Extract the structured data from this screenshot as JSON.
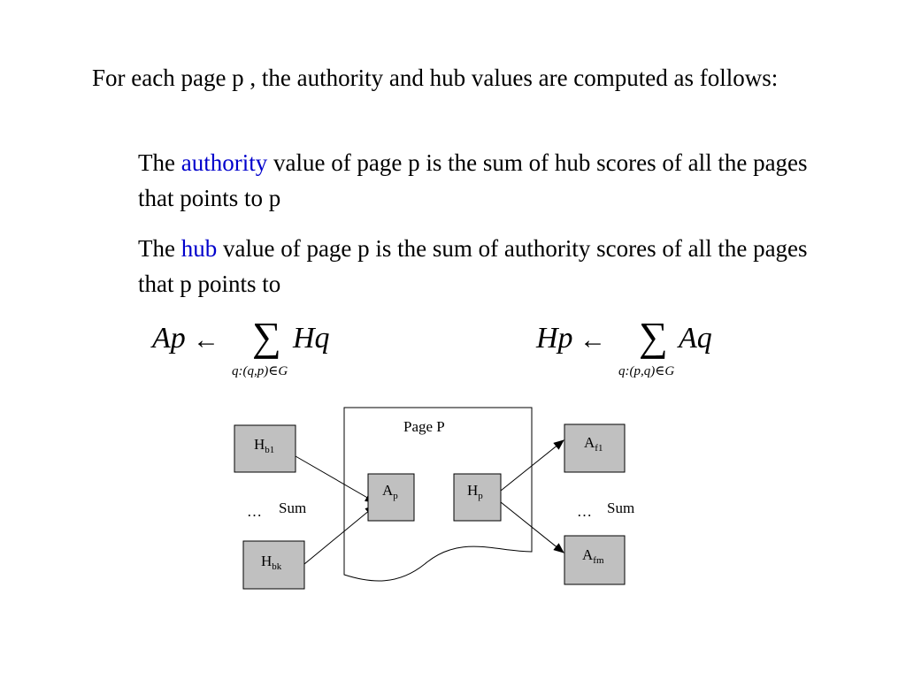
{
  "intro": "For each page p , the authority and hub values are computed as follows:",
  "authority_rule": {
    "lead": "The",
    "keyword": "authority",
    "rest": "value of page p is the sum of hub scores of all the pages that points to p"
  },
  "hub_rule": {
    "lead": "The",
    "keyword": "hub",
    "rest": "value of page p is the sum of authority scores of all the pages that p points to"
  },
  "formulas": {
    "authority": {
      "lhs": "Ap",
      "arrow": "←",
      "sigma": "∑",
      "rhs": "Hq",
      "subscript": "q:(q,p)∈G"
    },
    "hub": {
      "lhs": "Hp",
      "arrow": "←",
      "sigma": "∑",
      "rhs": "Aq",
      "subscript": "q:(p,q)∈G"
    }
  },
  "diagram": {
    "page_label": "Page P",
    "nodes": {
      "hb1": {
        "main": "H",
        "sub": "b1"
      },
      "hbk": {
        "main": "H",
        "sub": "bk"
      },
      "ap": {
        "main": "A",
        "sub": "p"
      },
      "hp": {
        "main": "H",
        "sub": "p"
      },
      "af1": {
        "main": "A",
        "sub": "f1"
      },
      "afm": {
        "main": "A",
        "sub": "fm"
      }
    },
    "left_sum": {
      "dots": "…",
      "label": "Sum"
    },
    "right_sum": {
      "dots": "…",
      "label": "Sum"
    },
    "colors": {
      "node_fill": "#c0c0c0",
      "stroke": "#000000",
      "keyword": "#0000cc"
    }
  }
}
